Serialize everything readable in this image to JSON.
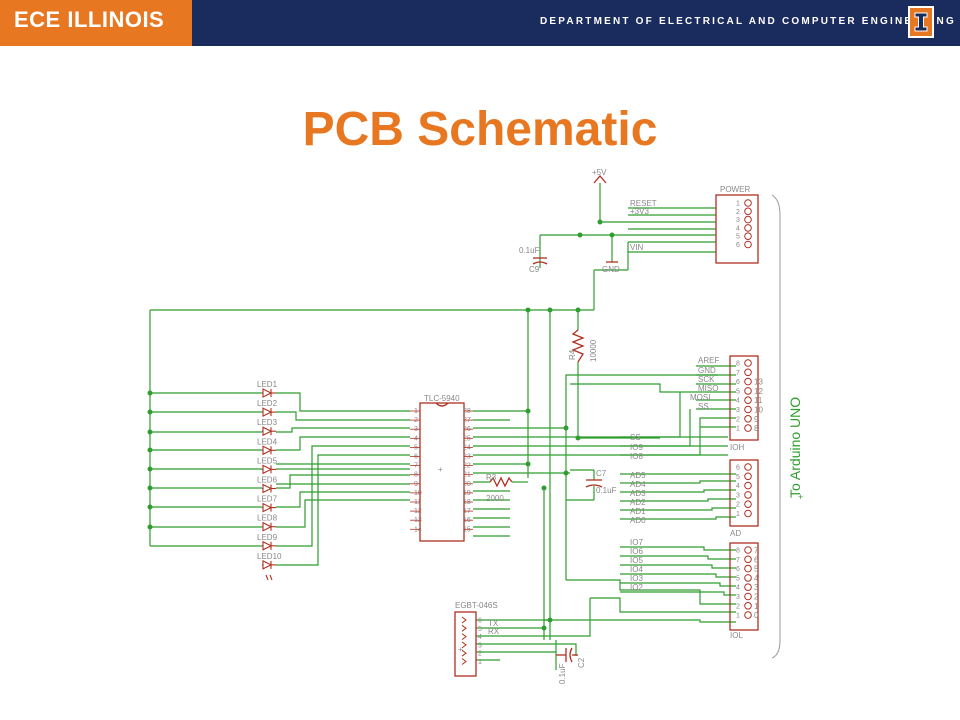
{
  "header": {
    "logo": "ECE ILLINOIS",
    "department": "DEPARTMENT OF ELECTRICAL AND COMPUTER ENGINEERING",
    "emblem": "illinois-i-icon"
  },
  "slide": {
    "title": "PCB Schematic"
  },
  "colors": {
    "header_bg": "#1a2b5e",
    "brand_orange": "#e87722",
    "wire_green": "#2e9e2e",
    "part_red": "#b03020",
    "label_gray": "#888888"
  },
  "schematic": {
    "power_symbol": "+5V",
    "power_header": {
      "name": "POWER",
      "pins": [
        "1",
        "2",
        "3",
        "4",
        "5",
        "6"
      ],
      "nets": [
        "RESET",
        "+3V3",
        "VIN"
      ]
    },
    "cap_c9": {
      "name": "C9",
      "value": "0.1uF"
    },
    "gnd_label": "GND",
    "resistor_r4": {
      "name": "R4",
      "value": "10000"
    },
    "resistor_r3": {
      "name": "R3",
      "value": "2000"
    },
    "cap_c7": {
      "name": "C7",
      "value": "0.1uF"
    },
    "cap_c2": {
      "name": "C2",
      "value": "0.1uF"
    },
    "leds": [
      "LED1",
      "LED2",
      "LED3",
      "LED4",
      "LED5",
      "LED6",
      "LED7",
      "LED8",
      "LED9",
      "LED10"
    ],
    "driver_ic": {
      "name": "TLC-5940",
      "left_pins": [
        "1",
        "2",
        "3",
        "4",
        "5",
        "6",
        "7",
        "8",
        "9",
        "10",
        "11",
        "12",
        "13",
        "14"
      ],
      "right_pins": [
        "28",
        "27",
        "26",
        "25",
        "24",
        "23",
        "22",
        "21",
        "20",
        "19",
        "18",
        "17",
        "16",
        "15"
      ]
    },
    "ioh": {
      "name": "IOH",
      "pins": [
        "8",
        "7",
        "6",
        "5",
        "4",
        "3",
        "2",
        "1"
      ],
      "nets": [
        "AREF",
        "GND",
        "SCK",
        "MISO",
        "MOSI",
        "SS"
      ],
      "outer_labels": [
        "13",
        "12",
        "11",
        "10",
        "9",
        "8"
      ]
    },
    "io_mid_labels": [
      "SS",
      "IO9",
      "IO8"
    ],
    "ad": {
      "name": "AD",
      "pins": [
        "6",
        "5",
        "4",
        "3",
        "2",
        "1"
      ],
      "nets": [
        "AD5",
        "AD4",
        "AD3",
        "AD2",
        "AD1",
        "AD0"
      ]
    },
    "iol": {
      "name": "IOL",
      "pins": [
        "8",
        "7",
        "6",
        "5",
        "4",
        "3",
        "2",
        "1"
      ],
      "nets": [
        "IO7",
        "IO6",
        "IO5",
        "IO4",
        "IO3",
        "IO2"
      ],
      "outer_labels": [
        "7",
        "6",
        "5",
        "4",
        "3",
        "2",
        "1",
        "0"
      ]
    },
    "bluetooth": {
      "name": "EGBT-046S",
      "pins": [
        "6",
        "5",
        "4",
        "3",
        "2",
        "1"
      ],
      "nets": [
        "TX",
        "RX"
      ]
    },
    "arduino_label": "To Arduino UNO"
  }
}
